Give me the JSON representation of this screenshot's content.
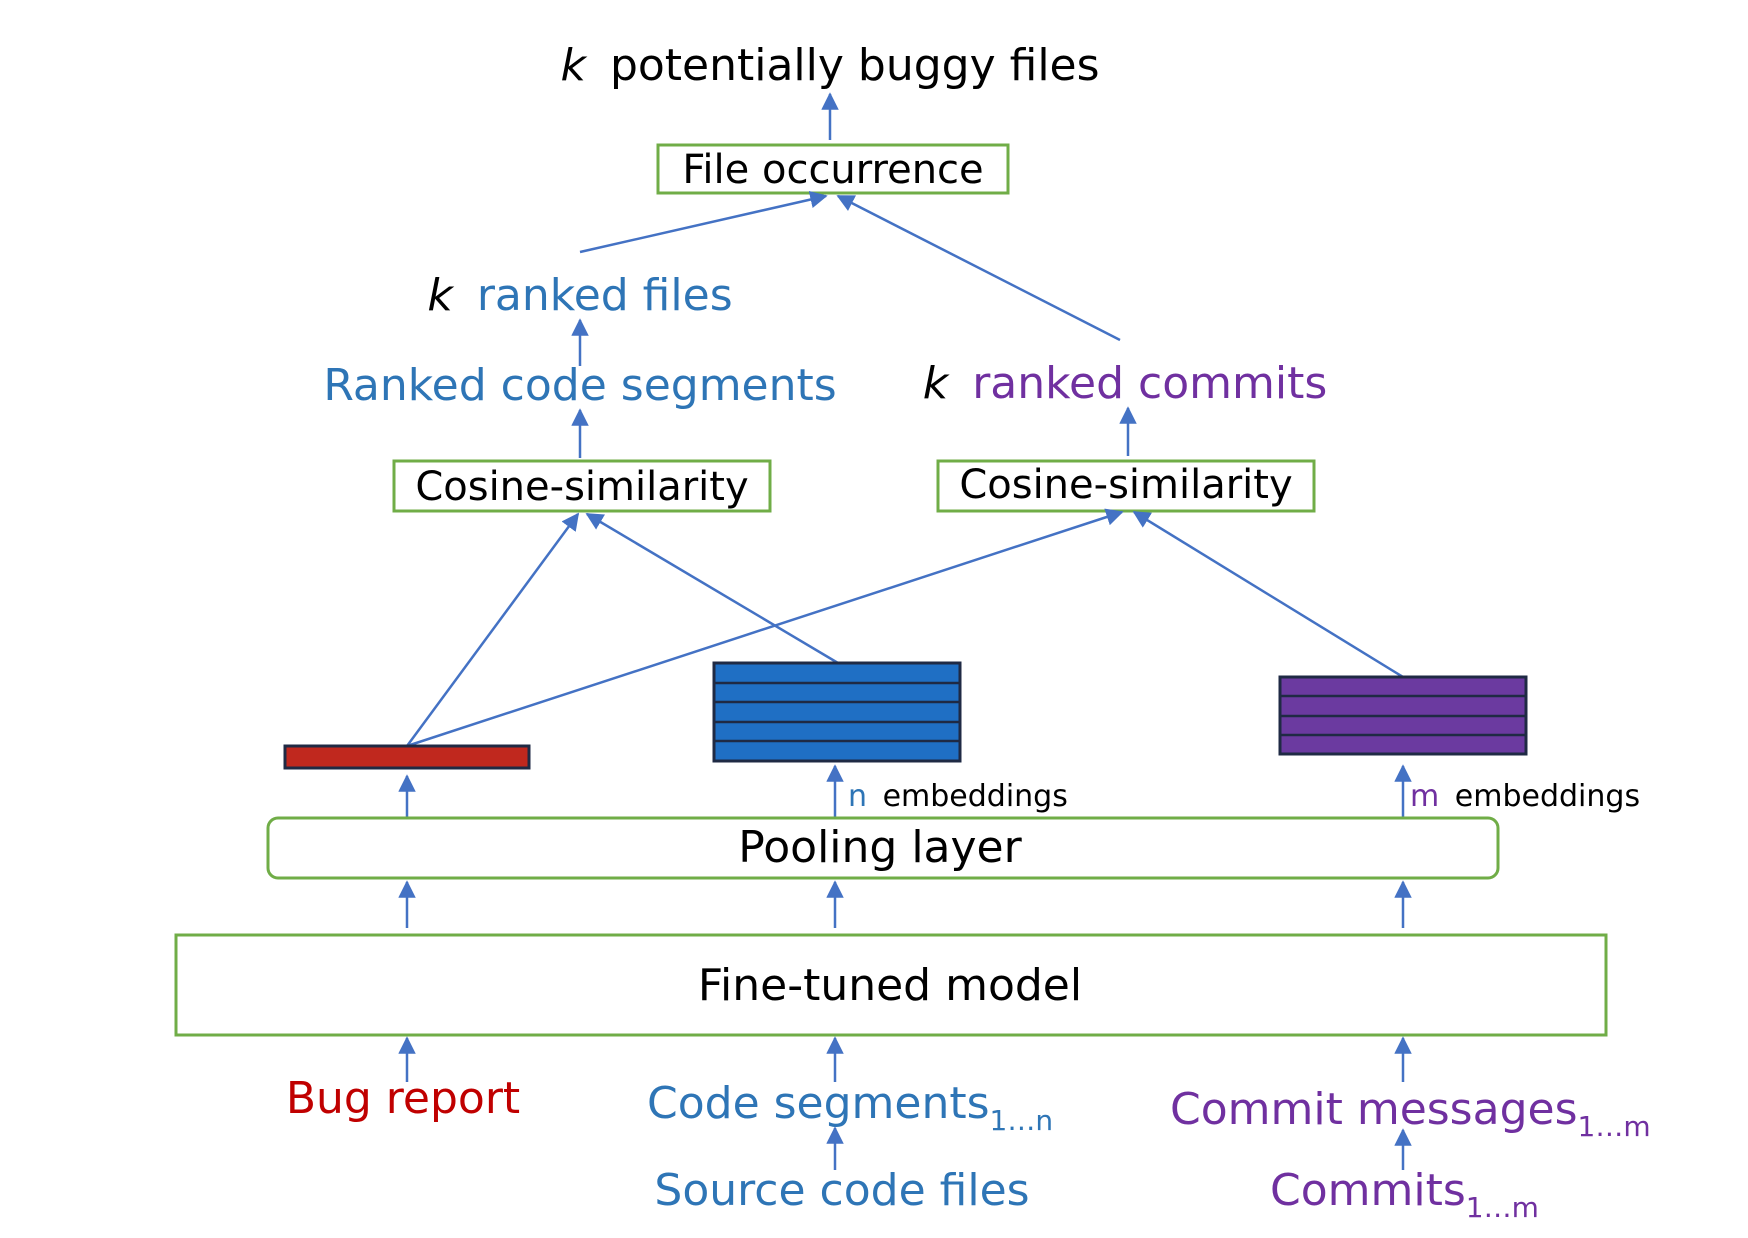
{
  "output": {
    "k": "k",
    "text": "potentially buggy files"
  },
  "file_occurrence": "File occurrence",
  "ranked_files": {
    "k": "k",
    "text": "ranked files"
  },
  "ranked_code_segments": "Ranked code segments",
  "ranked_commits": {
    "k": "k",
    "text": "ranked commits"
  },
  "cosine_left": "Cosine-similarity",
  "cosine_right": "Cosine-similarity",
  "n_embeddings": {
    "var": "n",
    "text": "embeddings"
  },
  "m_embeddings": {
    "var": "m",
    "text": "embeddings"
  },
  "pooling_layer": "Pooling layer",
  "fine_tuned_model": "Fine-tuned model",
  "inputs": {
    "bug_report": "Bug report",
    "code_segments": {
      "text": "Code segments",
      "sub": "1…n"
    },
    "commit_messages": {
      "text": "Commit messages",
      "sub": "1…m"
    },
    "source_code_files": "Source code files",
    "commits": {
      "text": "Commits",
      "sub": "1…m"
    }
  },
  "colors": {
    "bug": "#c00000",
    "code": "#2e75b6",
    "commit": "#7030a0",
    "arrow": "#4472c4",
    "box_border": "#70ad47"
  }
}
